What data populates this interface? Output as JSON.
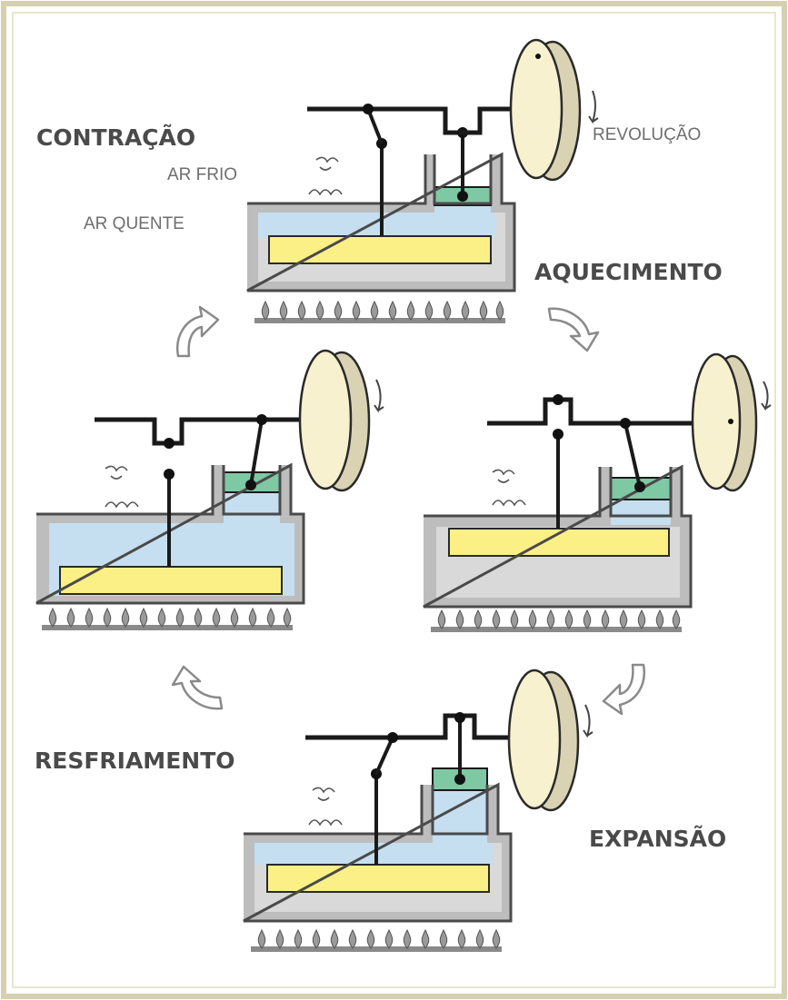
{
  "labels": {
    "contracao": "CONTRAÇÃO",
    "ar_frio": "AR FRIO",
    "ar_quente": "AR QUENTE",
    "revolucao": "REVOLUÇÃO",
    "aquecimento": "AQUECIMENTO",
    "resfriamento": "RESFRIAMENTO",
    "expansao": "EXPANSÃO"
  },
  "colors": {
    "hot_gas": "#c5dff0",
    "cold_gas": "#d9d9d9",
    "regenerator": "#fbf086",
    "power_piston": "#7ec8a4",
    "flywheel": "#f8f1cf",
    "frame": "#d6d0b0"
  },
  "icons": [
    "flywheel-icon",
    "piston-icon",
    "cooling-fin-icon",
    "burner-icon",
    "cycle-arrow-icon"
  ]
}
